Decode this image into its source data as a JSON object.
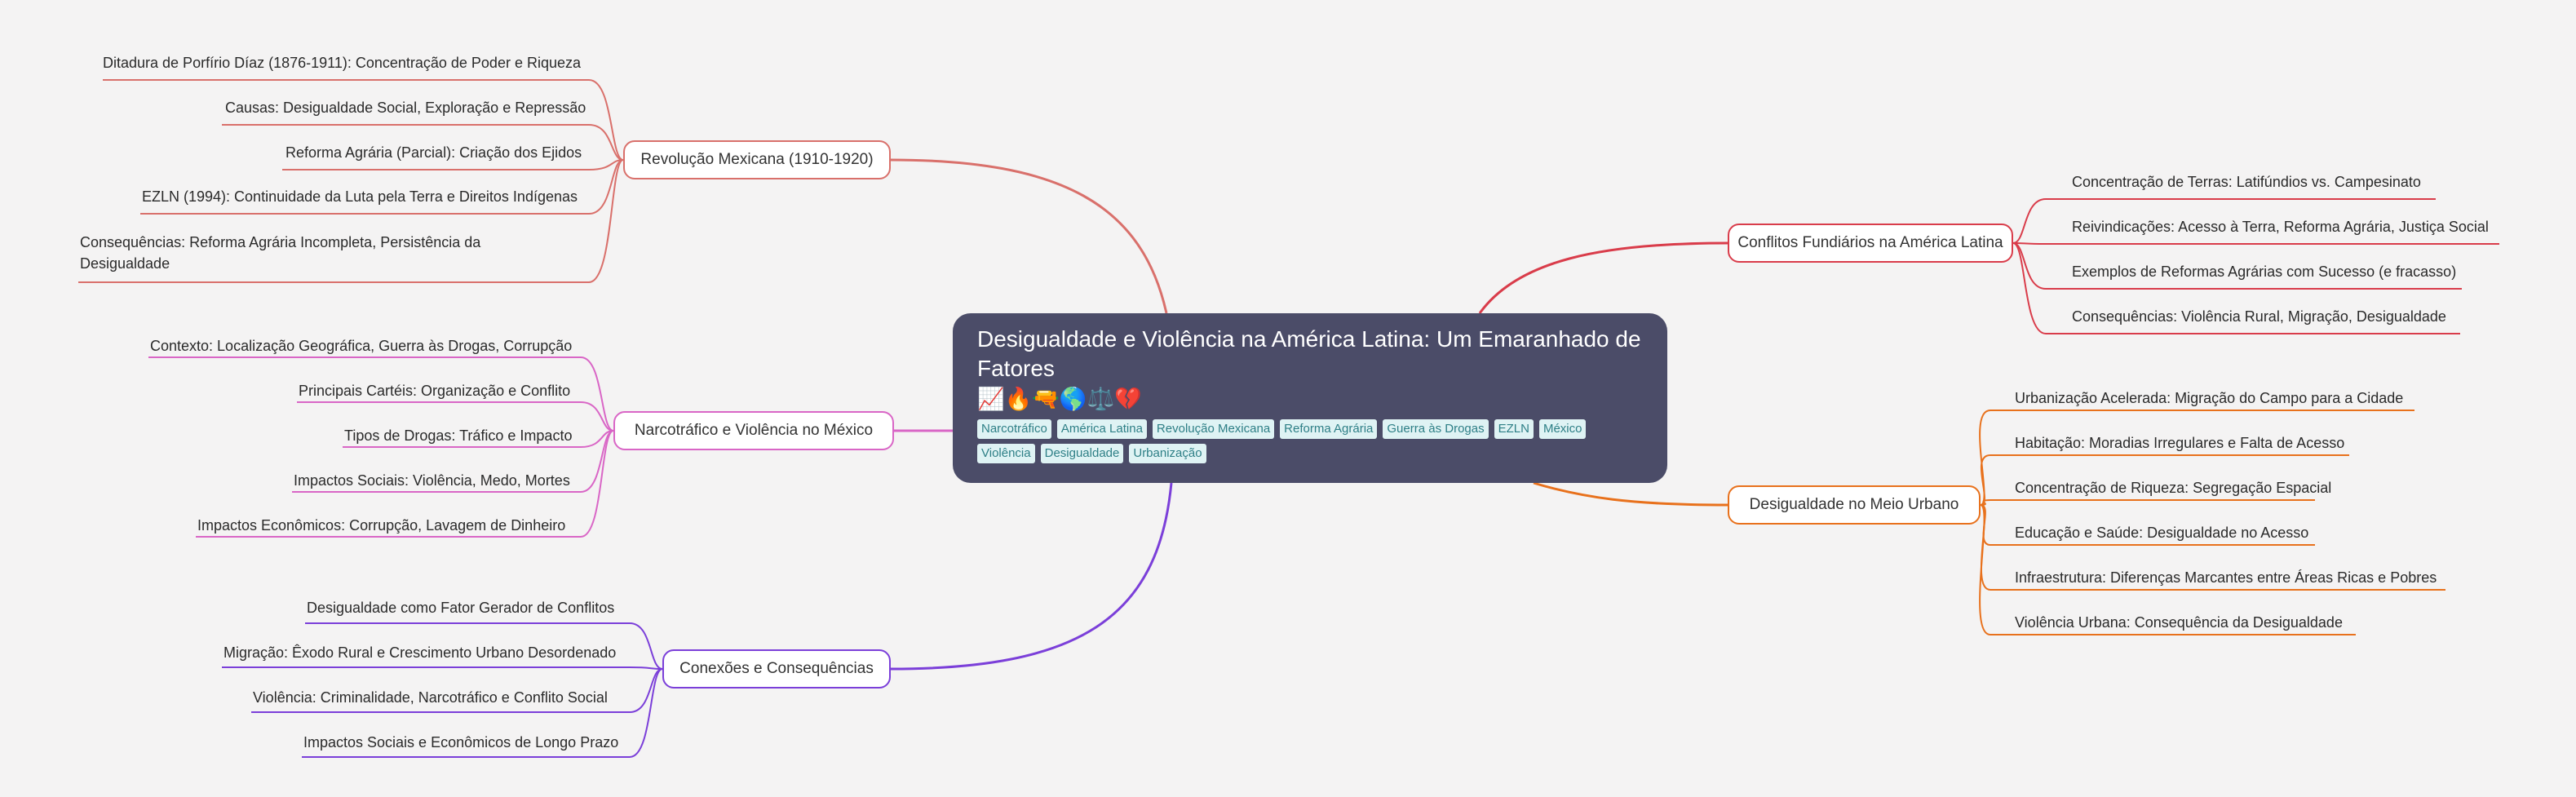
{
  "colors": {
    "background": "#f4f3f3",
    "central": "#4b4c68",
    "revolucao": "#d9706b",
    "narcotrafico": "#d966c6",
    "conexoes": "#7b3fd9",
    "conflitos": "#d93c4a",
    "urbano": "#e8711c",
    "tag_bg": "#dff3f4",
    "tag_text": "#2e7f86"
  },
  "central": {
    "title": "Desigualdade e Violência na América Latina: Um Emaranhado de Fatores",
    "emojis": "📈🔥🔫🌎⚖️💔",
    "tags": [
      "Narcotráfico",
      "América Latina",
      "Revolução Mexicana",
      "Reforma Agrária",
      "Guerra às Drogas",
      "EZLN",
      "México",
      "Violência",
      "Desigualdade",
      "Urbanização"
    ]
  },
  "branches": {
    "revolucao": {
      "label": "Revolução Mexicana (1910-1920)",
      "children": [
        "Ditadura de Porfírio Díaz (1876-1911): Concentração de Poder e Riqueza",
        "Causas: Desigualdade Social, Exploração e Repressão",
        "Reforma Agrária (Parcial): Criação dos Ejidos",
        "EZLN (1994): Continuidade da Luta pela Terra e Direitos Indígenas",
        "Consequências: Reforma Agrária Incompleta, Persistência da Desigualdade"
      ]
    },
    "narcotrafico": {
      "label": "Narcotráfico e Violência no México",
      "children": [
        "Contexto: Localização Geográfica, Guerra às Drogas, Corrupção",
        "Principais Cartéis: Organização e Conflito",
        "Tipos de Drogas: Tráfico e Impacto",
        "Impactos Sociais: Violência, Medo, Mortes",
        "Impactos Econômicos: Corrupção, Lavagem de Dinheiro"
      ]
    },
    "conexoes": {
      "label": "Conexões e Consequências",
      "children": [
        "Desigualdade como Fator Gerador de Conflitos",
        "Migração: Êxodo Rural e Crescimento Urbano Desordenado",
        "Violência: Criminalidade, Narcotráfico e Conflito Social",
        "Impactos Sociais e Econômicos de Longo Prazo"
      ]
    },
    "conflitos": {
      "label": "Conflitos Fundiários na América Latina",
      "children": [
        "Concentração de Terras: Latifúndios vs. Campesinato",
        "Reivindicações: Acesso à Terra, Reforma Agrária, Justiça Social",
        "Exemplos de Reformas Agrárias com Sucesso (e fracasso)",
        "Consequências: Violência Rural, Migração, Desigualdade"
      ]
    },
    "urbano": {
      "label": "Desigualdade no Meio Urbano",
      "children": [
        "Urbanização Acelerada: Migração do Campo para a Cidade",
        "Habitação: Moradias Irregulares e Falta de Acesso",
        "Concentração de Riqueza: Segregação Espacial",
        "Educação e Saúde: Desigualdade no Acesso",
        "Infraestrutura: Diferenças Marcantes entre Áreas Ricas e Pobres",
        "Violência Urbana: Consequência da Desigualdade"
      ]
    }
  }
}
